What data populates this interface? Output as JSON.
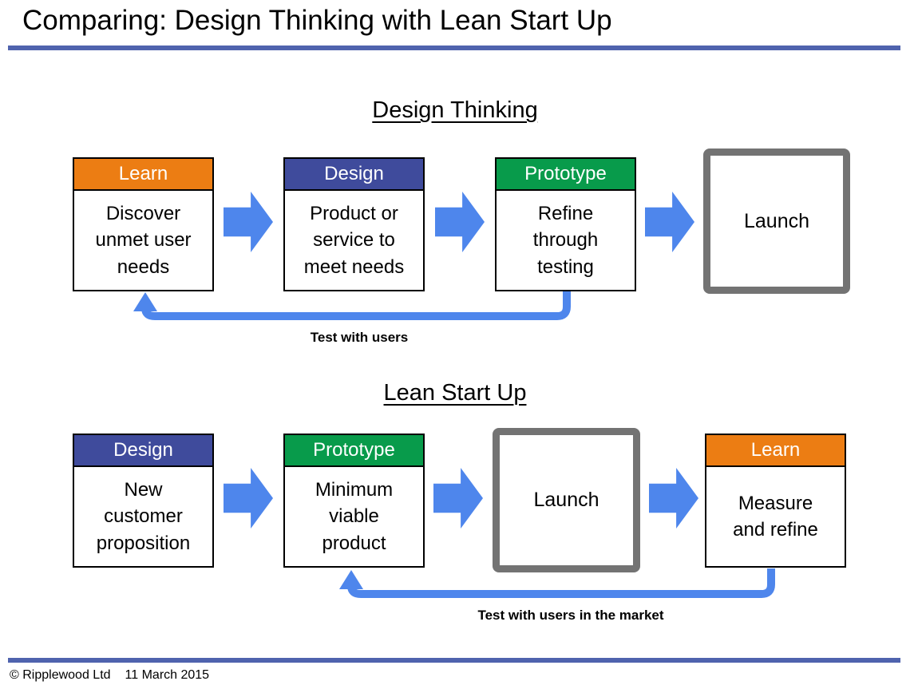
{
  "page": {
    "title": "Comparing: Design Thinking with Lean Start Up"
  },
  "colors": {
    "rule_blue": "#4F63AE",
    "orange": "#EC7D13",
    "indigo": "#3F4B9C",
    "green": "#089B4B",
    "arrow_blue": "#4E86EC",
    "launch_gray": "#737373"
  },
  "sections": [
    {
      "heading": "Design Thinking",
      "boxes": [
        {
          "header": "Learn",
          "color": "orange",
          "body": "Discover\nunmet user\nneeds"
        },
        {
          "header": "Design",
          "color": "indigo",
          "body": "Product or\nservice to\nmeet needs"
        },
        {
          "header": "Prototype",
          "color": "green",
          "body": "Refine\nthrough\ntesting"
        }
      ],
      "launch_label": "Launch",
      "feedback_label": "Test with users"
    },
    {
      "heading": "Lean Start Up",
      "boxes": [
        {
          "header": "Design",
          "color": "indigo",
          "body": "New\ncustomer\nproposition"
        },
        {
          "header": "Prototype",
          "color": "green",
          "body": "Minimum\nviable\nproduct"
        },
        {
          "header": "Learn",
          "color": "orange",
          "body": "Measure\nand refine"
        }
      ],
      "launch_label": "Launch",
      "feedback_label": "Test with users in the market"
    }
  ],
  "footer": {
    "copyright": "© Ripplewood Ltd",
    "date": "11 March 2015"
  }
}
